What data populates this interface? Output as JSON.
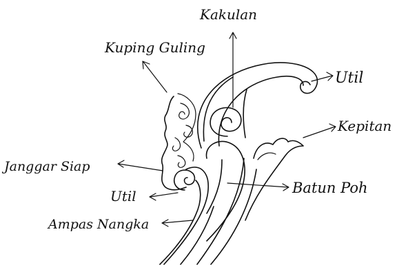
{
  "diagram": {
    "labels": {
      "kakulan": "Kakulan",
      "kuping_guling": "Kuping Guling",
      "util_top": "Util",
      "kepitan": "Kepitan",
      "janggar_siap": "Janggar Siap",
      "batun_poh": "Batun Poh",
      "util_bottom": "Util",
      "ampas_nangka": "Ampas Nangka"
    }
  }
}
